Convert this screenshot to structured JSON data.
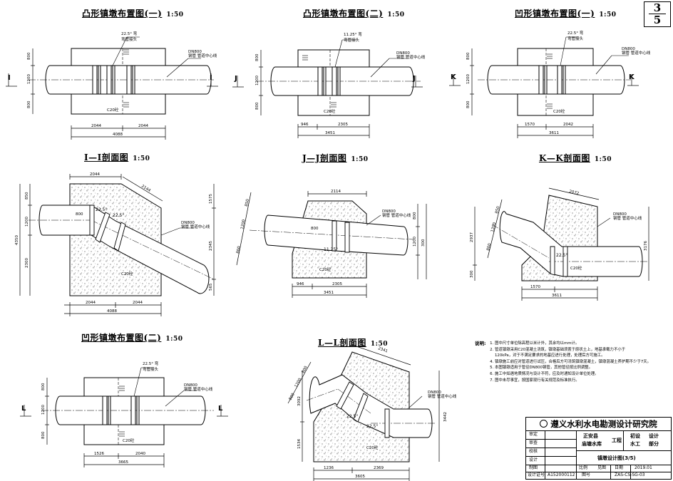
{
  "sheet_number": {
    "current": "3",
    "total": "5"
  },
  "views": {
    "plan_convex_1": {
      "title": "凸形镇墩布置图(一)",
      "scale": "1:50",
      "section_mark": "I",
      "angle_note": "22.5° 弯",
      "angle_note2": "弯管接头",
      "pipe_note1": "DN800",
      "pipe_note2": "钢管 管道中心线",
      "block_label": "C20砼",
      "dims_h": [
        "2044",
        "2044",
        "4088"
      ],
      "dims_v": [
        "800",
        "1200",
        "800"
      ]
    },
    "plan_convex_2": {
      "title": "凸形镇墩布置图(二)",
      "scale": "1:50",
      "section_mark": "J",
      "angle_note": "11.25° 弯",
      "angle_note2": "弯管接头",
      "pipe_note1": "DN800",
      "pipe_note2": "钢管 管道中心线",
      "block_label": "C20砼",
      "dims_h": [
        "946",
        "2305",
        "3451"
      ],
      "dims_v": [
        "800",
        "1200",
        "800"
      ]
    },
    "plan_concave_1": {
      "title": "凹形镇墩布置图(一)",
      "scale": "1:50",
      "section_mark": "K",
      "angle_note": "22.5° 弯",
      "angle_note2": "弯管接头",
      "pipe_note1": "DN800",
      "pipe_note2": "钢管 管道中心线",
      "block_label": "C20砼",
      "dims_h": [
        "1570",
        "2042",
        "3611"
      ],
      "dims_v": [
        "800",
        "1200",
        "800"
      ]
    },
    "sec_I": {
      "title": "I—I剖面图",
      "scale": "1:50",
      "angles": [
        "22.5°",
        "22.5°"
      ],
      "top_dims": [
        "2044",
        "2144"
      ],
      "dims_h": [
        "2044",
        "2044",
        "4088"
      ],
      "dims_v": [
        "850",
        "1200",
        "2300"
      ],
      "dims_right": [
        "1575",
        "2345",
        "565"
      ],
      "left_total": "4350",
      "pipe_note1": "DN800",
      "pipe_note2": "钢管 管道中心线",
      "block_label": "C20砼",
      "pipe_dim": "800"
    },
    "sec_J": {
      "title": "J—J剖面图",
      "scale": "1:50",
      "angles": [
        "11.25°"
      ],
      "top_dims": [
        "2114"
      ],
      "dims_h": [
        "946",
        "2305",
        "3451"
      ],
      "dims_slant": [
        "850",
        "1200",
        "800"
      ],
      "dims_right": [
        "800",
        "1200",
        "300"
      ],
      "pipe_note1": "DN800",
      "pipe_note2": "钢管 管道中心线",
      "block_label": "C20砼",
      "pipe_dim": "800"
    },
    "sec_K": {
      "title": "K—K剖面图",
      "scale": "1:50",
      "angles": [
        "22.5°"
      ],
      "top_dims": [
        "2072"
      ],
      "dims_h": [
        "1570",
        "3611"
      ],
      "dims_slant": [
        "850",
        "1200",
        "800"
      ],
      "dims_v": [
        "2937",
        "300"
      ],
      "dims_right": [
        "3176"
      ],
      "pipe_note1": "DN800",
      "pipe_note2": "钢管 管道中心线",
      "block_label": "C20砼"
    },
    "plan_concave_2": {
      "title": "凹形镇墩布置图(二)",
      "scale": "1:50",
      "section_mark": "L",
      "angle_note": "22.5° 弯",
      "angle_note2": "弯管接头",
      "pipe_note1": "DN800",
      "pipe_note2": "钢管 管道中心线",
      "block_label": "C20砼",
      "dims_h": [
        "1526",
        "2040",
        "3665"
      ],
      "dims_v": [
        "800",
        "1200",
        "800"
      ]
    },
    "sec_L": {
      "title": "L—L剖面图",
      "scale": "1:50",
      "angles": [
        "22.5°",
        "22.5°"
      ],
      "top_dims": [
        "2341"
      ],
      "dims_h": [
        "1236",
        "2369",
        "3605"
      ],
      "dims_slant": [
        "800",
        "1200",
        "800"
      ],
      "dims_left": [
        "3092",
        "1534"
      ],
      "dims_right": [
        "3442"
      ],
      "pipe_note1": "DN800",
      "pipe_note2": "钢管 管道中心线",
      "block_label": "C20砼"
    }
  },
  "notes": {
    "heading": "说明:",
    "items": [
      "图中尺寸单位除高程以米计外，其余均以mm计。",
      "管道镇墩采用C20混凝土浇筑，镇墩基础须置于原状土上，地基承载力不小于",
      "120kPa，对于不满足要求的地基应进行处理，处理后方可施工。",
      "镇墩施工前应对管道进行试压，合格后方可浇筑镇墩混凝土，镇墩混凝土养护期不少于7天。",
      "本图镇墩适用于管径DN800钢管，其他管径按比例调整。",
      "施工中如遇地质情况与设计不符，应及时通知设计单位处理。",
      "图中未尽事宜，按国家现行有关规范及标准执行。"
    ]
  },
  "title_block": {
    "institute": "遵义水利水电勘测设计研究院",
    "rows": [
      {
        "label": "审定",
        "value": ""
      },
      {
        "label": "审查",
        "value": ""
      },
      {
        "label": "校核",
        "value": ""
      },
      {
        "label": "设计",
        "value": ""
      },
      {
        "label": "制图",
        "value": ""
      }
    ],
    "project_a": "正安县",
    "project_b": "庙塘水库",
    "project_c": "工程",
    "stage_1": "初设",
    "stage_2": "设计",
    "discipline_1": "水工",
    "discipline_2": "部分",
    "drawing_title": "镇墩设计图(3/5)",
    "ratio_label": "比例",
    "ratio_value": "见图",
    "date_label": "日期",
    "date_value": "2019.01",
    "cert_label": "设计证号",
    "cert_value": "A152000112",
    "drawing_no_label": "图号",
    "drawing_no_value": "ZAS-CS-SG-03"
  }
}
